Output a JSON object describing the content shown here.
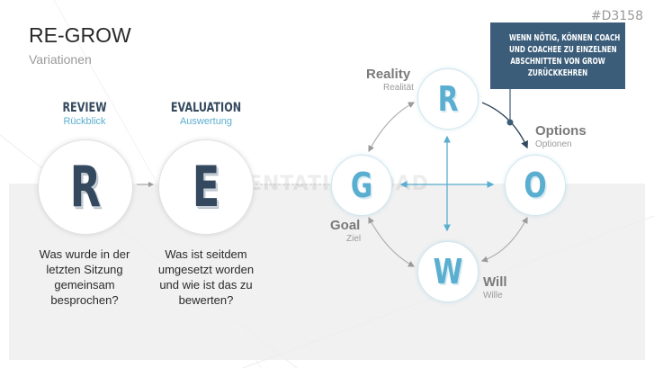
{
  "slide_id": "#D3158",
  "title": "RE-GROW",
  "subtitle": "Variationen",
  "watermark": "PRESENTATIONLOAD",
  "left_columns": [
    {
      "heading": "REVIEW",
      "sub": "Rückblick",
      "letter": "R",
      "desc_lines": [
        "Was wurde in der",
        "letzten Sitzung",
        "gemeinsam",
        "besprochen?"
      ]
    },
    {
      "heading": "EVALUATION",
      "sub": "Auswertung",
      "letter": "E",
      "desc_lines": [
        "Was ist seitdem",
        "umgesetzt worden",
        "und wie ist das zu",
        "bewerten?"
      ]
    }
  ],
  "grow": {
    "reality": {
      "letter": "R",
      "label": "Reality",
      "sub": "Realität"
    },
    "options": {
      "letter": "O",
      "label": "Options",
      "sub": "Optionen"
    },
    "goal": {
      "letter": "G",
      "label": "Goal",
      "sub": "Ziel"
    },
    "will": {
      "letter": "W",
      "label": "Will",
      "sub": "Wille"
    }
  },
  "callout_lines": [
    "WENN NÖTIG, KÖNNEN COACH",
    "UND COACHEE ZU EINZELNEN",
    "ABSCHNITTEN VON GROW",
    "ZURÜCKKEHREN"
  ],
  "colors": {
    "dark": "#34495e",
    "accent": "#5aaed0",
    "callout_bg": "#3b5d7a",
    "band": "#f1f1f1"
  }
}
